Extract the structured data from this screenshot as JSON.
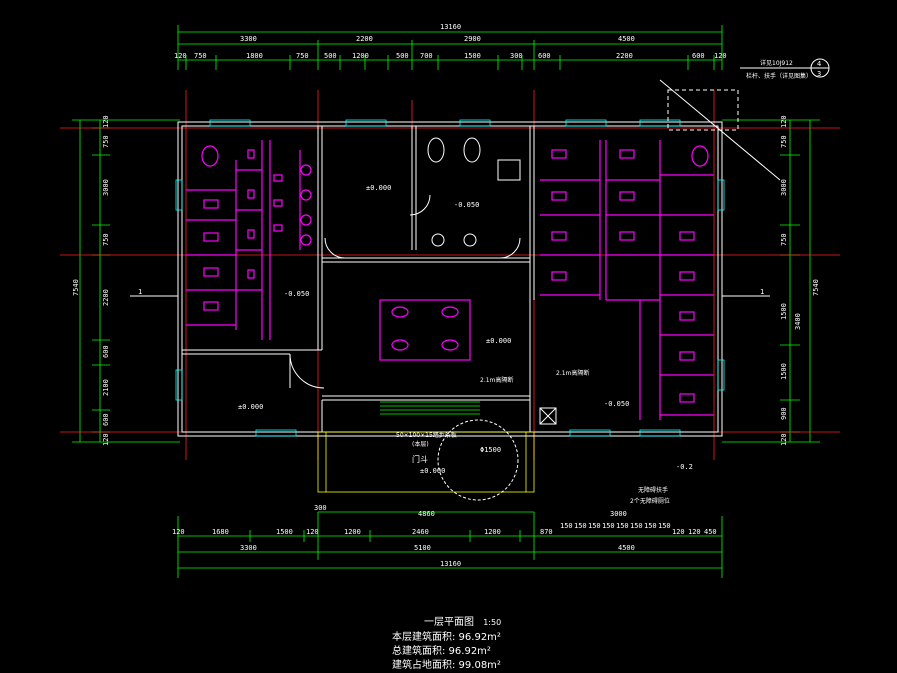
{
  "dims_top_total": "13160",
  "dims_top_row1": [
    "3300",
    "2200",
    "2900",
    "4500"
  ],
  "dims_top_row2": [
    "120",
    "750",
    "1800",
    "750",
    "500",
    "1200",
    "500",
    "700",
    "1500",
    "300",
    "600",
    "2200",
    "600",
    "120"
  ],
  "dims_bottom_row1": [
    "120",
    "1680",
    "1500",
    "120",
    "1200",
    "2460",
    "1200",
    "870",
    "150",
    "150",
    "150",
    "150",
    "150",
    "150",
    "150",
    "150",
    "120",
    "120",
    "450"
  ],
  "dims_bottom_row2": [
    "3300",
    "5100",
    "4500"
  ],
  "dims_bottom_total": "13160",
  "dims_bottom_sub": [
    "300",
    "4860",
    "3000"
  ],
  "dims_left": [
    "120",
    "750",
    "3000",
    "750",
    "2200",
    "600",
    "2100",
    "600",
    "120"
  ],
  "dims_left_total": "7540",
  "dims_right": [
    "120",
    "750",
    "3000",
    "750",
    "1500",
    "1500",
    "900",
    "120"
  ],
  "dims_right_total": "7540",
  "dims_right_sub": "3400",
  "elevations": [
    "±0.000",
    "-0.050",
    "-0.050",
    "±0.000",
    "-0.050",
    "±0.000",
    "-0.2",
    "±0.000"
  ],
  "labels": {
    "door_label": "门斗",
    "dia": "Φ1500",
    "axis_left": "1",
    "axis_right": "1",
    "circle_ref_top": "4",
    "circle_ref_bot": "3",
    "note_ref": "详见10J912",
    "note_ref2": "栏杆、扶手（详见图集）",
    "steps": "50×100×15踏步条板",
    "room_note": "(本层)",
    "slope1": "2.1m高隔断",
    "slope2": "2.1m高隔断",
    "bottom_note": "2个无障碍厕位",
    "bottom_note2": "无障碍扶手"
  },
  "title_block": {
    "name": "一层平面图",
    "scale": "1:50",
    "line1": "本层建筑面积: 96.92m²",
    "line2": "总建筑面积: 96.92m²",
    "line3": "建筑占地面积: 99.08m²"
  }
}
